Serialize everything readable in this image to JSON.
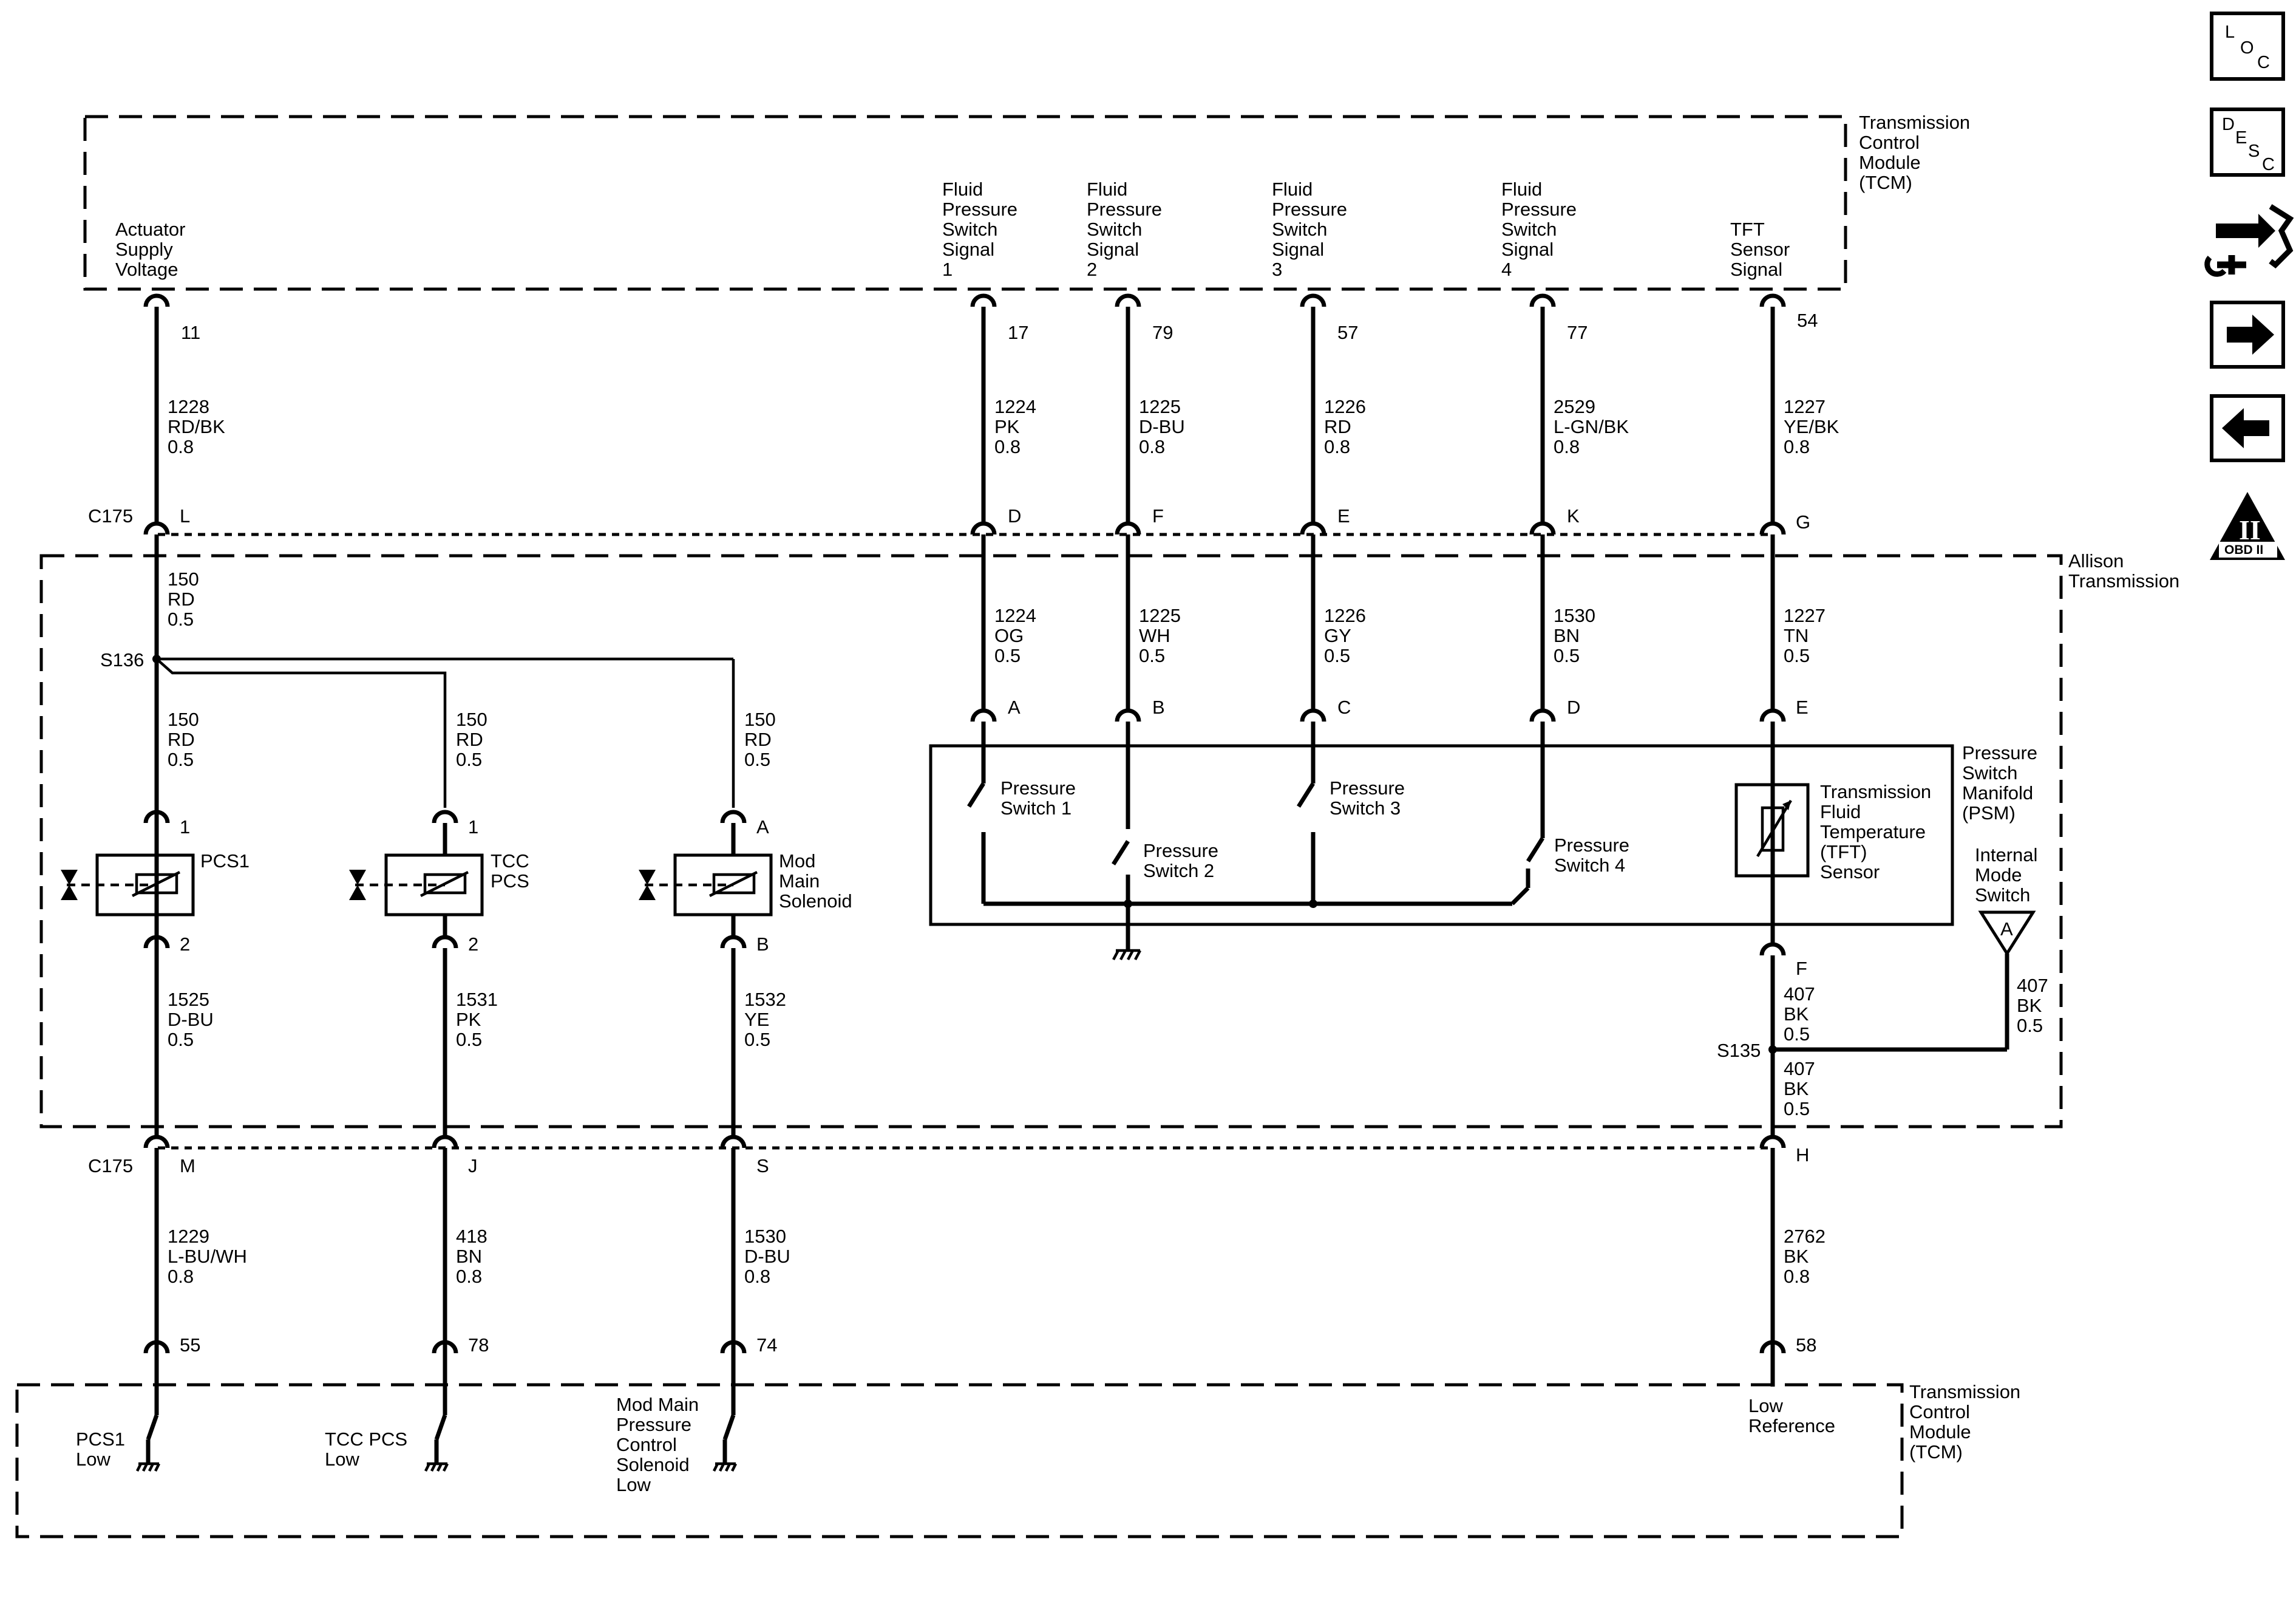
{
  "tcm_top": {
    "label": [
      "Transmission",
      "Control",
      "Module",
      "(TCM)"
    ]
  },
  "tcm_bottom": {
    "label": [
      "Transmission",
      "Control",
      "Module",
      "(TCM)"
    ]
  },
  "allison": {
    "label": [
      "Allison",
      "Transmission"
    ]
  },
  "psm": {
    "label": [
      "Pressure",
      "Switch",
      "Manifold",
      "(PSM)"
    ]
  },
  "tft_sensor": {
    "label": [
      "Transmission",
      "Fluid",
      "Temperature",
      "(TFT)",
      "Sensor"
    ]
  },
  "internal_mode_switch": {
    "label": [
      "Internal",
      "Mode",
      "Switch"
    ],
    "pin": "A"
  },
  "connectors": {
    "upper": "C175",
    "lower": "C175"
  },
  "splices": {
    "s136": "S136",
    "s135": "S135"
  },
  "circuits": [
    {
      "id": "actuator",
      "signal": [
        "Actuator",
        "Supply",
        "Voltage"
      ],
      "tcm_pin": "11",
      "top_wire": [
        "1228",
        "RD/BK",
        "0.8"
      ],
      "c175": "L",
      "mid_wire": [
        "150",
        "RD",
        "0.5"
      ]
    },
    {
      "id": "fps1",
      "signal": [
        "Fluid",
        "Pressure",
        "Switch",
        "Signal",
        "1"
      ],
      "tcm_pin": "17",
      "top_wire": [
        "1224",
        "PK",
        "0.8"
      ],
      "c175": "D",
      "mid_wire": [
        "1224",
        "OG",
        "0.5"
      ],
      "psm_pin": "A",
      "switch": [
        "Pressure",
        "Switch 1"
      ]
    },
    {
      "id": "fps2",
      "signal": [
        "Fluid",
        "Pressure",
        "Switch",
        "Signal",
        "2"
      ],
      "tcm_pin": "79",
      "top_wire": [
        "1225",
        "D-BU",
        "0.8"
      ],
      "c175": "F",
      "mid_wire": [
        "1225",
        "WH",
        "0.5"
      ],
      "psm_pin": "B",
      "switch": [
        "Pressure",
        "Switch 2"
      ]
    },
    {
      "id": "fps3",
      "signal": [
        "Fluid",
        "Pressure",
        "Switch",
        "Signal",
        "3"
      ],
      "tcm_pin": "57",
      "top_wire": [
        "1226",
        "RD",
        "0.8"
      ],
      "c175": "E",
      "mid_wire": [
        "1226",
        "GY",
        "0.5"
      ],
      "psm_pin": "C",
      "switch": [
        "Pressure",
        "Switch 3"
      ]
    },
    {
      "id": "fps4",
      "signal": [
        "Fluid",
        "Pressure",
        "Switch",
        "Signal",
        "4"
      ],
      "tcm_pin": "77",
      "top_wire": [
        "2529",
        "L-GN/BK",
        "0.8"
      ],
      "c175": "K",
      "mid_wire": [
        "1530",
        "BN",
        "0.5"
      ],
      "psm_pin": "D",
      "switch": [
        "Pressure",
        "Switch 4"
      ]
    },
    {
      "id": "tft",
      "signal": [
        "TFT",
        "Sensor",
        "Signal"
      ],
      "tcm_pin": "54",
      "top_wire": [
        "1227",
        "YE/BK",
        "0.8"
      ],
      "c175": "G",
      "mid_wire": [
        "1227",
        "TN",
        "0.5"
      ],
      "psm_pin": "E"
    }
  ],
  "solenoids": [
    {
      "id": "pcs1",
      "label": [
        "PCS1"
      ],
      "supply_wire": [
        "150",
        "RD",
        "0.5"
      ],
      "pin_top": "1",
      "pin_bottom": "2",
      "low_wire": [
        "1525",
        "D-BU",
        "0.5"
      ],
      "c175": "M",
      "tcm_wire": [
        "1229",
        "L-BU/WH",
        "0.8"
      ],
      "tcm_pin": "55",
      "tcm_label": [
        "PCS1",
        "Low"
      ]
    },
    {
      "id": "tcc_pcs",
      "label": [
        "TCC",
        "PCS"
      ],
      "supply_wire": [
        "150",
        "RD",
        "0.5"
      ],
      "pin_top": "1",
      "pin_bottom": "2",
      "low_wire": [
        "1531",
        "PK",
        "0.5"
      ],
      "c175": "J",
      "tcm_wire": [
        "418",
        "BN",
        "0.8"
      ],
      "tcm_pin": "78",
      "tcm_label": [
        "TCC PCS",
        "Low"
      ]
    },
    {
      "id": "mod_main",
      "label": [
        "Mod",
        "Main",
        "Solenoid"
      ],
      "supply_wire": [
        "150",
        "RD",
        "0.5"
      ],
      "pin_top": "A",
      "pin_bottom": "B",
      "low_wire": [
        "1532",
        "YE",
        "0.5"
      ],
      "c175": "S",
      "tcm_wire": [
        "1530",
        "D-BU",
        "0.8"
      ],
      "tcm_pin": "74",
      "tcm_label": [
        "Mod Main",
        "Pressure",
        "Control",
        "Solenoid",
        "Low"
      ]
    }
  ],
  "low_reference": {
    "psm_pin": "F",
    "wire_a": [
      "407",
      "BK",
      "0.5"
    ],
    "wire_b": [
      "407",
      "BK",
      "0.5"
    ],
    "ims_wire": [
      "407",
      "BK",
      "0.5"
    ],
    "c175": "H",
    "tcm_wire": [
      "2762",
      "BK",
      "0.8"
    ],
    "tcm_pin": "58",
    "tcm_label": [
      "Low",
      "Reference"
    ]
  },
  "nav": {
    "loc": [
      "L",
      "O",
      "C"
    ],
    "desc": [
      "D",
      "E",
      "S",
      "C"
    ],
    "obd": {
      "numeral": "II",
      "label": "OBD II"
    }
  }
}
